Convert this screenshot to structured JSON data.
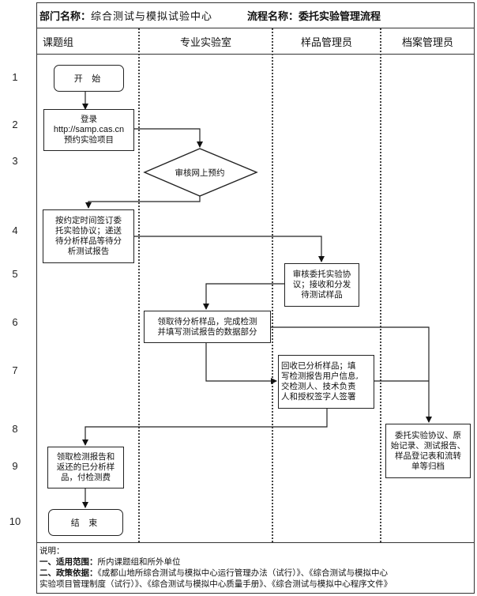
{
  "header": {
    "dept_label": "部门名称：",
    "dept_value": "综合测试与模拟试验中心",
    "flow_label": "流程名称：",
    "flow_value": "委托实验管理流程"
  },
  "lanes": [
    {
      "label": "课题组"
    },
    {
      "label": "专业实验室"
    },
    {
      "label": "样品管理员"
    },
    {
      "label": "档案管理员"
    }
  ],
  "row_numbers": [
    "1",
    "2",
    "3",
    "4",
    "5",
    "6",
    "7",
    "8",
    "9",
    "10"
  ],
  "nodes": {
    "start": {
      "text": "开 始",
      "lane": "课题组",
      "shape": "terminator"
    },
    "login": {
      "lines": [
        "登录",
        "http://samp.cas.cn",
        "预约实验项目"
      ],
      "lane": "课题组",
      "shape": "process"
    },
    "review_online": {
      "text": "审核网上预约",
      "lane": "专业实验室",
      "shape": "decision"
    },
    "sign_agreement": {
      "lines": [
        "按约定时间签订委",
        "托实验协议；递送",
        "待分析样品等待分",
        "析测试报告"
      ],
      "lane": "课题组",
      "shape": "process"
    },
    "review_agreement": {
      "lines": [
        "审核委托实验协",
        "议；接收和分发",
        "待测试样品"
      ],
      "lane": "样品管理员",
      "shape": "process"
    },
    "receive_samples": {
      "lines": [
        "领取待分析样品，完成检测",
        "并填写测试报告的数据部分"
      ],
      "lane": "专业实验室",
      "shape": "process"
    },
    "recover_samples": {
      "lines": [
        "回收已分析样品；填",
        "写检测报告用户信息,",
        "交检测人、技术负责",
        "人和授权签字人签署"
      ],
      "lane": "样品管理员",
      "shape": "process"
    },
    "archive": {
      "lines": [
        "委托实验协议、原",
        "始记录、测试报告、",
        "样品登记表和流转",
        "单等归档"
      ],
      "lane": "档案管理员",
      "shape": "process"
    },
    "collect_report": {
      "lines": [
        "领取检测报告和",
        "返还的已分析样",
        "品，付检测费"
      ],
      "lane": "课题组",
      "shape": "process"
    },
    "end": {
      "text": "结 束",
      "lane": "课题组",
      "shape": "terminator"
    }
  },
  "notes": {
    "title": "说明：",
    "scope_label": "一、适用范围：",
    "scope_value": "所内课题组和所外单位",
    "basis_label": "二、政策依据：",
    "basis_value_line1": "《成都山地所综合测试与模拟中心运行管理办法（试行）》、《综合测试与模拟中心",
    "basis_value_line2": "实验项目管理制度（试行）》、《综合测试与模拟中心质量手册》、《综合测试与模拟中心程序文件》"
  }
}
